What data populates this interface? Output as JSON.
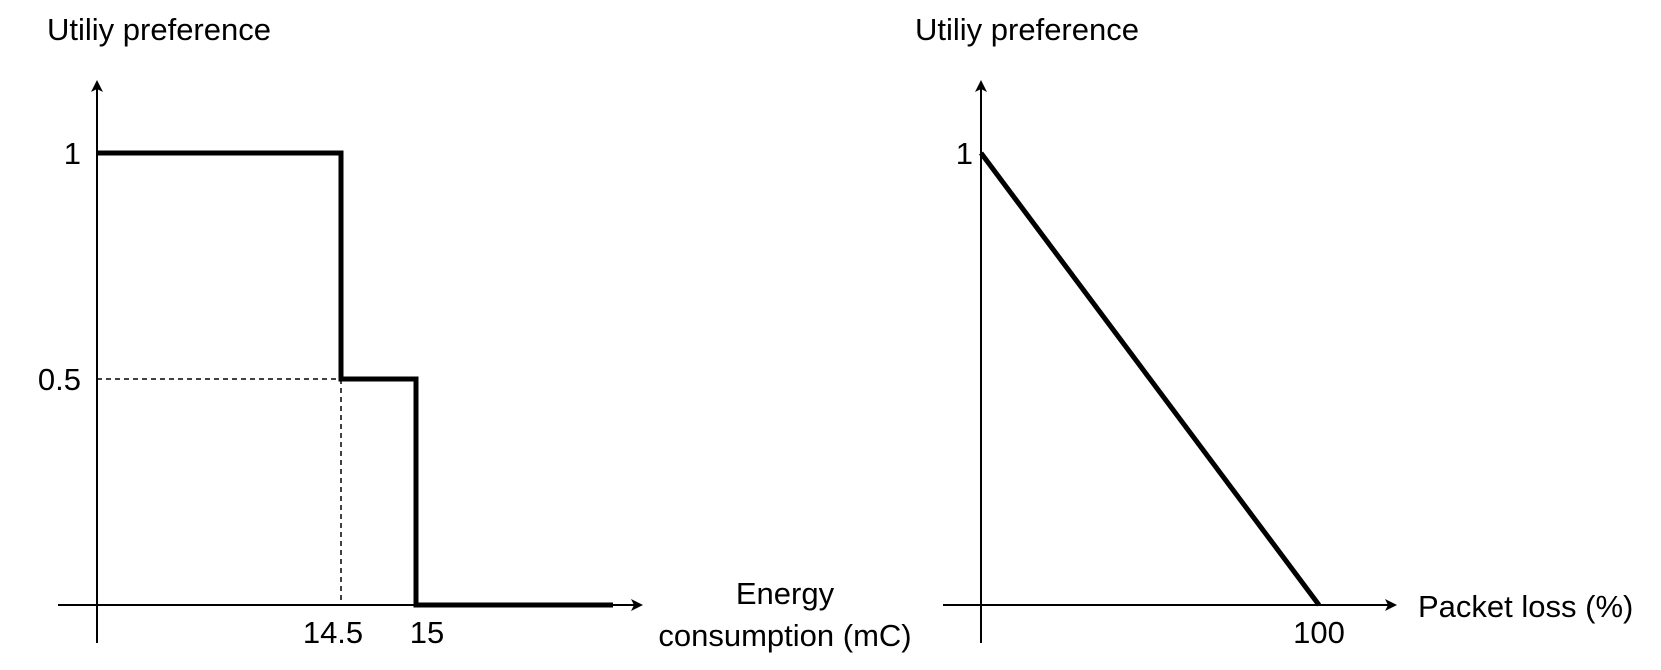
{
  "chart_data": [
    {
      "type": "line",
      "step": true,
      "ylabel": "Utiliy preference",
      "xlabel_lines": [
        "Energy",
        "consumption (mC)"
      ],
      "x_ticks": [
        "14.5",
        "15"
      ],
      "y_ticks": [
        "1",
        "0.5"
      ],
      "points": [
        {
          "x": 0,
          "y": 1
        },
        {
          "x": 14.5,
          "y": 1
        },
        {
          "x": 14.5,
          "y": 0.5
        },
        {
          "x": 15,
          "y": 0.5
        },
        {
          "x": 15,
          "y": 0
        },
        {
          "x": 16.8,
          "y": 0
        }
      ],
      "reference_lines": {
        "x": 14.5,
        "y": 0.5,
        "style": "dashed"
      },
      "grid": false
    },
    {
      "type": "line",
      "ylabel": "Utiliy preference",
      "xlabel": "Packet loss (%)",
      "x_ticks": [
        "100"
      ],
      "y_ticks": [
        "1"
      ],
      "points": [
        {
          "x": 0,
          "y": 1
        },
        {
          "x": 100,
          "y": 0
        }
      ],
      "grid": false
    }
  ]
}
